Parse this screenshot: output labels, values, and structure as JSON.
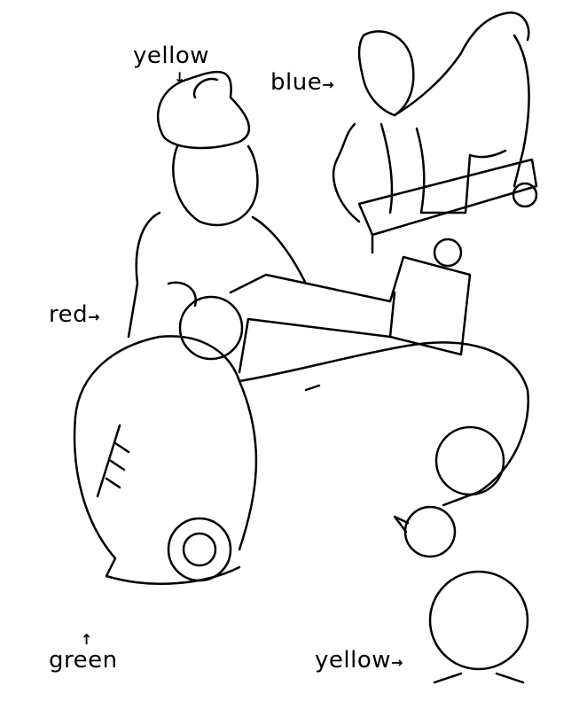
{
  "labels": {
    "hat": {
      "text": "yellow",
      "arrow": "↓",
      "color": "#f2d400"
    },
    "horse": {
      "text": "blue",
      "arrow": "→",
      "color": "#2a5bd7"
    },
    "shirt": {
      "text": "red",
      "arrow": "→",
      "color": "#d62020"
    },
    "car": {
      "text": "green",
      "arrow": "↑",
      "color": "#2a9d3a"
    },
    "duck": {
      "text": "yellow",
      "arrow": "→",
      "color": "#f2d400"
    }
  }
}
